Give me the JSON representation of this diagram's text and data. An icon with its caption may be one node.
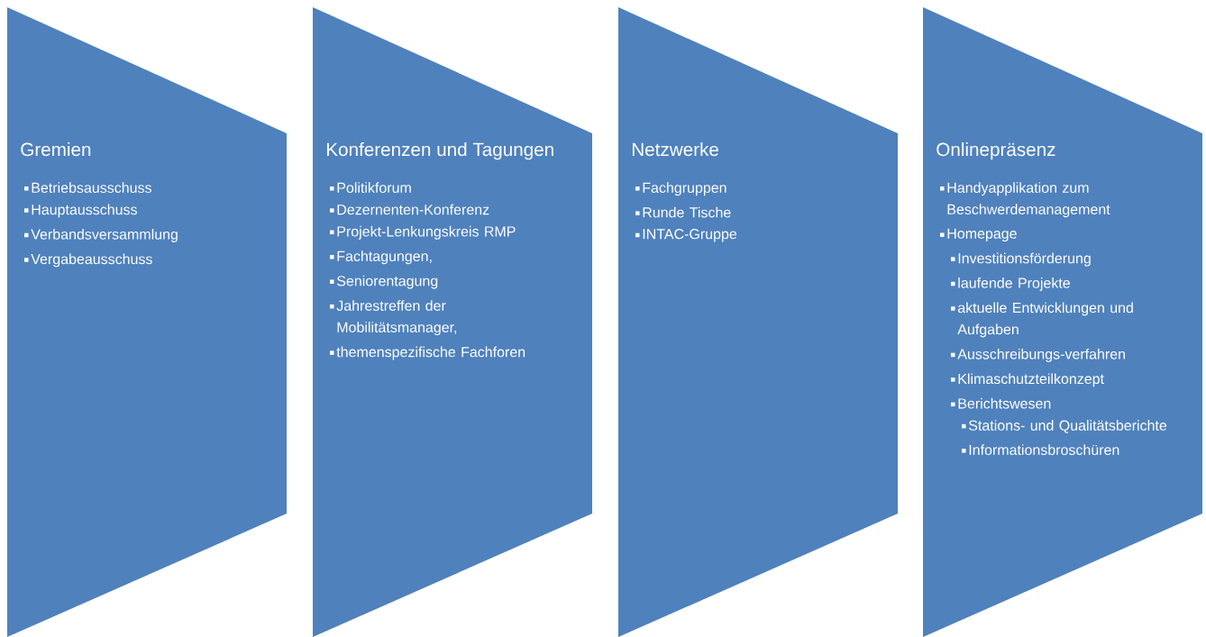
{
  "diagram": {
    "nodes": [
      {
        "text": [
          "Gremien",
          "Betriebsausschuss",
          "Hauptausschuss",
          "Verbandsversammlung",
          "Vergabeausschuss"
        ]
      },
      {
        "text": [
          "Konferenzen und Tagungen",
          "Politikforum",
          "Dezernenten-Konferenz",
          "Projekt-Lenkungskreis RMP",
          "Fachtagungen,",
          "Seniorentagung",
          "Jahrestreffen der Mobilitätsmanager,",
          "themenspezifische Fachforen"
        ]
      },
      {
        "text": [
          "Netzwerke",
          "Fachgruppen",
          "Runde Tische",
          "INTAC-Gruppe"
        ]
      },
      {
        "text": [
          "Onlinepräsenz",
          "Handyapplikation zum Beschwerdemanagement",
          "Homepage",
          "Investitionsförderung",
          "laufende Projekte",
          "aktuelle Entwicklungen und Aufgaben",
          "Ausschreibungs-verfahren",
          "Klimaschutzteilkonzept",
          "Berichtswesen",
          "Stations- und Qualitätsberichte",
          "Informationsbroschüren"
        ]
      }
    ]
  }
}
